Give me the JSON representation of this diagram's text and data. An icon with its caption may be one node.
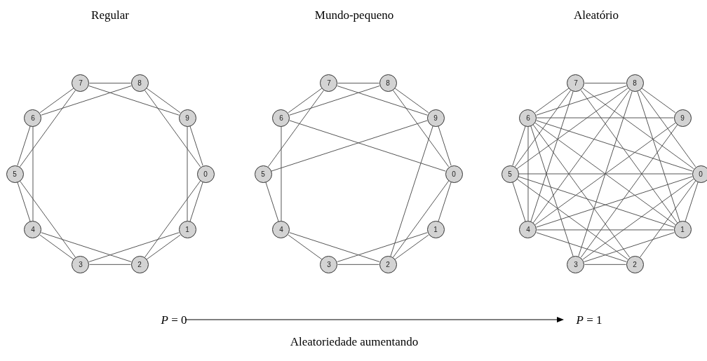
{
  "diagram": {
    "nodes": [
      {
        "text": [
          "0"
        ]
      },
      {
        "text": [
          "1"
        ]
      },
      {
        "text": [
          "2"
        ]
      },
      {
        "text": [
          "3"
        ]
      },
      {
        "text": [
          "4"
        ]
      },
      {
        "text": [
          "5"
        ]
      },
      {
        "text": [
          "6"
        ]
      },
      {
        "text": [
          "7"
        ]
      },
      {
        "text": [
          "8"
        ]
      },
      {
        "text": [
          "9"
        ]
      },
      {
        "text": [
          "0"
        ]
      },
      {
        "text": [
          "1"
        ]
      },
      {
        "text": [
          "2"
        ]
      },
      {
        "text": [
          "3"
        ]
      },
      {
        "text": [
          "4"
        ]
      },
      {
        "text": [
          "5"
        ]
      },
      {
        "text": [
          "6"
        ]
      },
      {
        "text": [
          "7"
        ]
      },
      {
        "text": [
          "8"
        ]
      },
      {
        "text": [
          "9"
        ]
      },
      {
        "text": [
          "0"
        ]
      },
      {
        "text": [
          "1"
        ]
      },
      {
        "text": [
          "2"
        ]
      },
      {
        "text": [
          "3"
        ]
      },
      {
        "text": [
          "4"
        ]
      },
      {
        "text": [
          "5"
        ]
      },
      {
        "text": [
          "6"
        ]
      },
      {
        "text": [
          "7"
        ]
      },
      {
        "text": [
          "8"
        ]
      },
      {
        "text": [
          "9"
        ]
      }
    ],
    "edges": [
      {
        "from": 7,
        "to": 8,
        "arrow": "none"
      },
      {
        "from": 7,
        "to": 6,
        "arrow": "none"
      },
      {
        "from": 7,
        "to": 9,
        "arrow": "none"
      },
      {
        "from": 7,
        "to": 5,
        "arrow": "none"
      },
      {
        "from": 8,
        "to": 9,
        "arrow": "none"
      },
      {
        "from": 8,
        "to": 6,
        "arrow": "none"
      },
      {
        "from": 8,
        "to": 0,
        "arrow": "none"
      },
      {
        "from": 6,
        "to": 5,
        "arrow": "none"
      },
      {
        "from": 6,
        "to": 4,
        "arrow": "none"
      },
      {
        "from": 5,
        "to": 4,
        "arrow": "none"
      },
      {
        "from": 5,
        "to": 3,
        "arrow": "none"
      },
      {
        "from": 4,
        "to": 3,
        "arrow": "none"
      },
      {
        "from": 4,
        "to": 2,
        "arrow": "none"
      },
      {
        "from": 3,
        "to": 2,
        "arrow": "none"
      },
      {
        "from": 3,
        "to": 1,
        "arrow": "none"
      },
      {
        "from": 2,
        "to": 1,
        "arrow": "none"
      },
      {
        "from": 2,
        "to": 0,
        "arrow": "none"
      },
      {
        "from": 1,
        "to": 0,
        "arrow": "none"
      },
      {
        "from": 1,
        "to": 9,
        "arrow": "none"
      },
      {
        "from": 0,
        "to": 9,
        "arrow": "none"
      },
      {
        "from": 17,
        "to": 18,
        "arrow": "none"
      },
      {
        "from": 17,
        "to": 16,
        "arrow": "none"
      },
      {
        "from": 17,
        "to": 19,
        "arrow": "none"
      },
      {
        "from": 17,
        "to": 15,
        "arrow": "none"
      },
      {
        "from": 18,
        "to": 19,
        "arrow": "none"
      },
      {
        "from": 18,
        "to": 16,
        "arrow": "none"
      },
      {
        "from": 18,
        "to": 10,
        "arrow": "none"
      },
      {
        "from": 19,
        "to": 10,
        "arrow": "none"
      },
      {
        "from": 19,
        "to": 15,
        "arrow": "none"
      },
      {
        "from": 19,
        "to": 12,
        "arrow": "none"
      },
      {
        "from": 16,
        "to": 10,
        "arrow": "none"
      },
      {
        "from": 16,
        "to": 14,
        "arrow": "none"
      },
      {
        "from": 15,
        "to": 14,
        "arrow": "none"
      },
      {
        "from": 14,
        "to": 13,
        "arrow": "none"
      },
      {
        "from": 14,
        "to": 12,
        "arrow": "none"
      },
      {
        "from": 13,
        "to": 12,
        "arrow": "none"
      },
      {
        "from": 13,
        "to": 11,
        "arrow": "none"
      },
      {
        "from": 12,
        "to": 11,
        "arrow": "none"
      },
      {
        "from": 12,
        "to": 10,
        "arrow": "none"
      },
      {
        "from": 10,
        "to": 11,
        "arrow": "none"
      },
      {
        "from": 27,
        "to": 28,
        "arrow": "none"
      },
      {
        "from": 27,
        "to": 26,
        "arrow": "none"
      },
      {
        "from": 27,
        "to": 25,
        "arrow": "none"
      },
      {
        "from": 27,
        "to": 24,
        "arrow": "none"
      },
      {
        "from": 27,
        "to": 20,
        "arrow": "none"
      },
      {
        "from": 27,
        "to": 21,
        "arrow": "none"
      },
      {
        "from": 28,
        "to": 26,
        "arrow": "none"
      },
      {
        "from": 28,
        "to": 25,
        "arrow": "none"
      },
      {
        "from": 28,
        "to": 24,
        "arrow": "none"
      },
      {
        "from": 28,
        "to": 23,
        "arrow": "none"
      },
      {
        "from": 28,
        "to": 21,
        "arrow": "none"
      },
      {
        "from": 28,
        "to": 20,
        "arrow": "none"
      },
      {
        "from": 28,
        "to": 29,
        "arrow": "none"
      },
      {
        "from": 29,
        "to": 26,
        "arrow": "none"
      },
      {
        "from": 29,
        "to": 24,
        "arrow": "none"
      },
      {
        "from": 29,
        "to": 23,
        "arrow": "none"
      },
      {
        "from": 26,
        "to": 20,
        "arrow": "none"
      },
      {
        "from": 26,
        "to": 25,
        "arrow": "none"
      },
      {
        "from": 26,
        "to": 24,
        "arrow": "none"
      },
      {
        "from": 26,
        "to": 23,
        "arrow": "none"
      },
      {
        "from": 26,
        "to": 22,
        "arrow": "none"
      },
      {
        "from": 26,
        "to": 21,
        "arrow": "none"
      },
      {
        "from": 25,
        "to": 20,
        "arrow": "none"
      },
      {
        "from": 25,
        "to": 24,
        "arrow": "none"
      },
      {
        "from": 25,
        "to": 21,
        "arrow": "none"
      },
      {
        "from": 25,
        "to": 22,
        "arrow": "none"
      },
      {
        "from": 24,
        "to": 20,
        "arrow": "none"
      },
      {
        "from": 24,
        "to": 21,
        "arrow": "none"
      },
      {
        "from": 24,
        "to": 22,
        "arrow": "none"
      },
      {
        "from": 23,
        "to": 22,
        "arrow": "none"
      },
      {
        "from": 23,
        "to": 20,
        "arrow": "none"
      },
      {
        "from": 23,
        "to": 21,
        "arrow": "none"
      },
      {
        "from": 22,
        "to": 20,
        "arrow": "none"
      },
      {
        "from": 21,
        "to": 20,
        "arrow": "none"
      }
    ],
    "labels": [
      "Regular",
      "Mundo-pequeno",
      "Aleatório",
      "*P* = 0",
      "*P* = 1",
      "Aleatoriedade aumentando"
    ]
  }
}
